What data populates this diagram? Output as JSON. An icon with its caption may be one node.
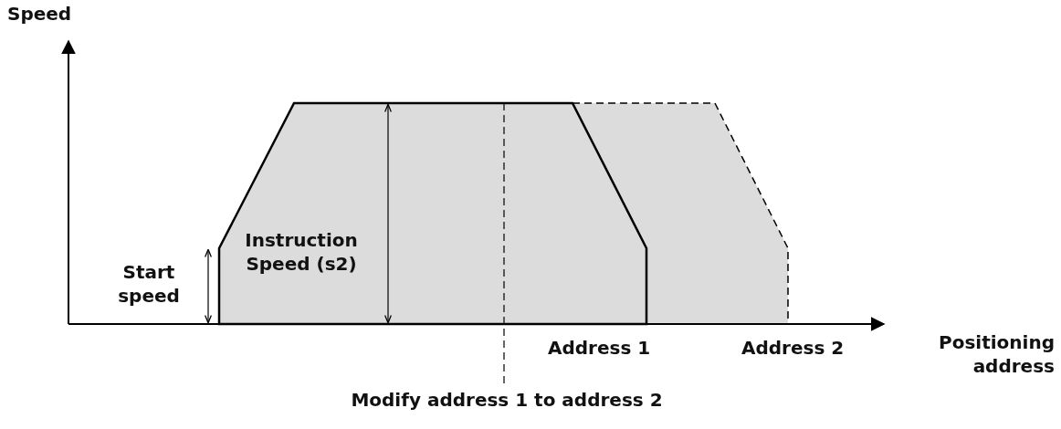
{
  "diagram": {
    "labels": [
      "Speed",
      "Instruction Speed (s2)",
      "Start speed",
      "Address 1",
      "Address 2",
      "Positioning address",
      "Modify address 1 to address 2"
    ]
  }
}
